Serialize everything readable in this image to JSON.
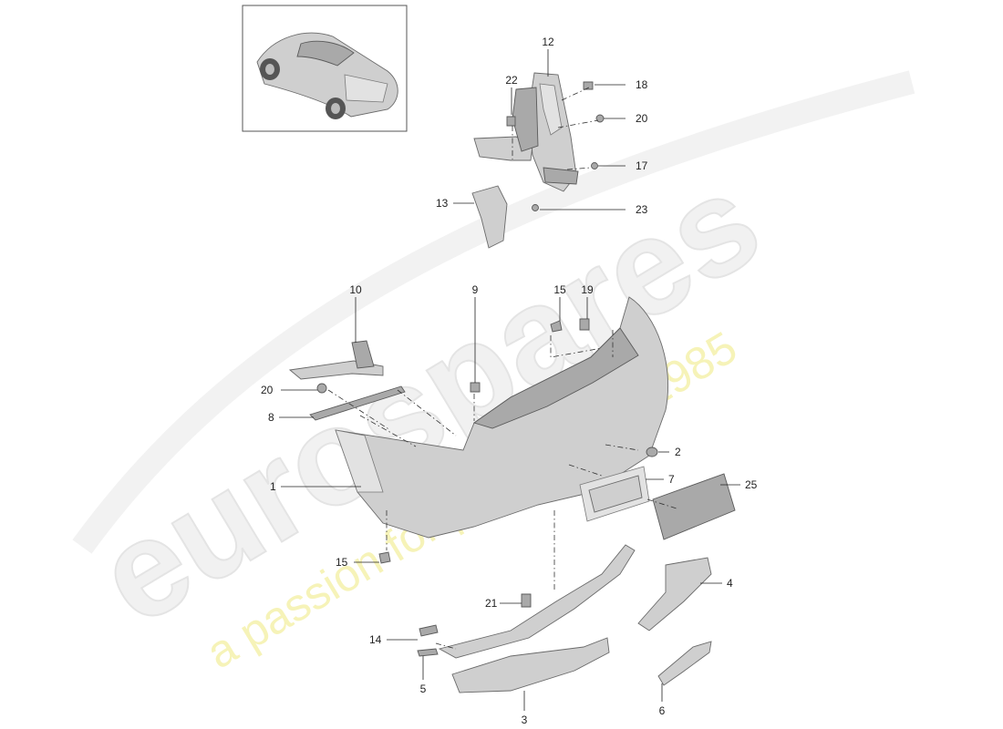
{
  "watermark": {
    "logo": "eurospares",
    "tagline": "a passion for parts since 1985",
    "tagline_color": "#f3ef9c"
  },
  "thumbnail": {
    "icon": "car-thumbnail"
  },
  "callouts": [
    {
      "id": "c12",
      "label": "12"
    },
    {
      "id": "c22",
      "label": "22"
    },
    {
      "id": "c18",
      "label": "18"
    },
    {
      "id": "c20a",
      "label": "20"
    },
    {
      "id": "c17",
      "label": "17"
    },
    {
      "id": "c13",
      "label": "13"
    },
    {
      "id": "c23",
      "label": "23"
    },
    {
      "id": "c10",
      "label": "10"
    },
    {
      "id": "c9",
      "label": "9"
    },
    {
      "id": "c15a",
      "label": "15"
    },
    {
      "id": "c19",
      "label": "19"
    },
    {
      "id": "c20b",
      "label": "20"
    },
    {
      "id": "c8",
      "label": "8"
    },
    {
      "id": "c2",
      "label": "2"
    },
    {
      "id": "c1",
      "label": "1"
    },
    {
      "id": "c7",
      "label": "7"
    },
    {
      "id": "c25",
      "label": "25"
    },
    {
      "id": "c15b",
      "label": "15"
    },
    {
      "id": "c4",
      "label": "4"
    },
    {
      "id": "c21",
      "label": "21"
    },
    {
      "id": "c14",
      "label": "14"
    },
    {
      "id": "c5",
      "label": "5"
    },
    {
      "id": "c3",
      "label": "3"
    },
    {
      "id": "c6",
      "label": "6"
    }
  ]
}
